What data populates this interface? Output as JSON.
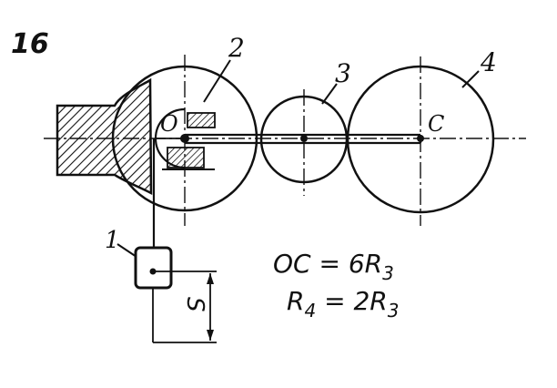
{
  "figure_number": "16",
  "labels": {
    "body1": "1",
    "wheel2": "2",
    "wheel3": "3",
    "wheel4": "4",
    "point_o": "O",
    "point_c": "C",
    "displacement": "S"
  },
  "equations": {
    "eq1": "OC = 6R",
    "eq1_sub": "3",
    "eq2": "R",
    "eq2_sub_a": "4",
    "eq2_mid": " = 2R",
    "eq2_sub_b": "3"
  },
  "colors": {
    "ink": "#111111",
    "background": "#ffffff"
  }
}
